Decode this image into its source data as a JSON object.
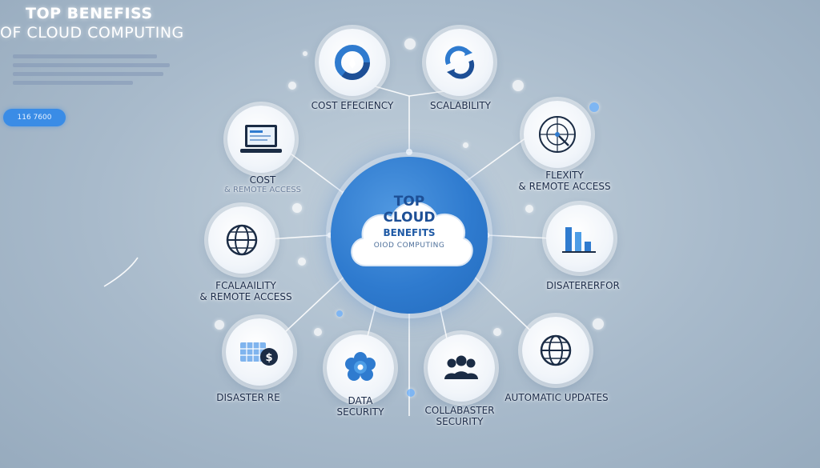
{
  "heading": {
    "line1": "TOP BENEFISS",
    "line2": "OF CLOUD COMPUTING"
  },
  "pill": {
    "text": "116 7600"
  },
  "hub": {
    "line1": "TOP",
    "line2": "CLOUD",
    "line3": "BENEFITS",
    "line4": "OIOD COMPUTING"
  },
  "nodes": [
    {
      "label": "COST EFECIENCY",
      "icon": "donut-gauge-icon"
    },
    {
      "label": "SCALABILITY",
      "icon": "circular-arrows-icon"
    },
    {
      "label": "COST",
      "sub": "& REMOTE ACCESS",
      "icon": "laptop-icon"
    },
    {
      "label": "FLEXITY",
      "sub": "& REMOTE ACCESS",
      "icon": "radar-icon"
    },
    {
      "label": "FCALAAILITY",
      "sub": "& REMOTE ACCESS",
      "icon": "globe-icon"
    },
    {
      "label": "DISATERERFOR",
      "icon": "bar-chart-icon"
    },
    {
      "label": "DISASTER RE",
      "icon": "dollar-calendar-icon"
    },
    {
      "label": "DATA",
      "sub": "SECURITY",
      "icon": "gear-flower-icon"
    },
    {
      "label": "COLLABASTER",
      "sub": "SECURITY",
      "icon": "users-icon"
    },
    {
      "label": "AUTOMATIC UPDATES",
      "icon": "globe-icon"
    }
  ],
  "colors": {
    "accent": "#2f7bcf",
    "node_ring": "#ffffff",
    "text": "#1a2a48"
  }
}
